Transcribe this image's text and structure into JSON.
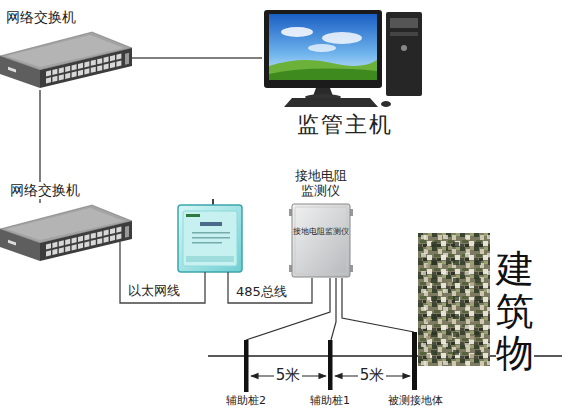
{
  "diagram": {
    "nodes": [
      {
        "text": [
          "网络交换机"
        ]
      },
      {
        "text": [
          "监管主机"
        ]
      },
      {
        "text": [
          "网络交换机"
        ]
      },
      {
        "text": [
          "接地电阻 监测仪",
          "接地电阻监测仪"
        ]
      },
      {
        "text": [
          "建筑物"
        ]
      }
    ],
    "edges": [
      {
        "from": 0,
        "to": 1,
        "arrow": "none"
      },
      {
        "from": 0,
        "to": 2,
        "arrow": "none"
      }
    ],
    "labels": [
      "以太网线",
      "485总线",
      "5米",
      "5米",
      "辅助桩2",
      "辅助桩1",
      "被测接地体"
    ]
  }
}
